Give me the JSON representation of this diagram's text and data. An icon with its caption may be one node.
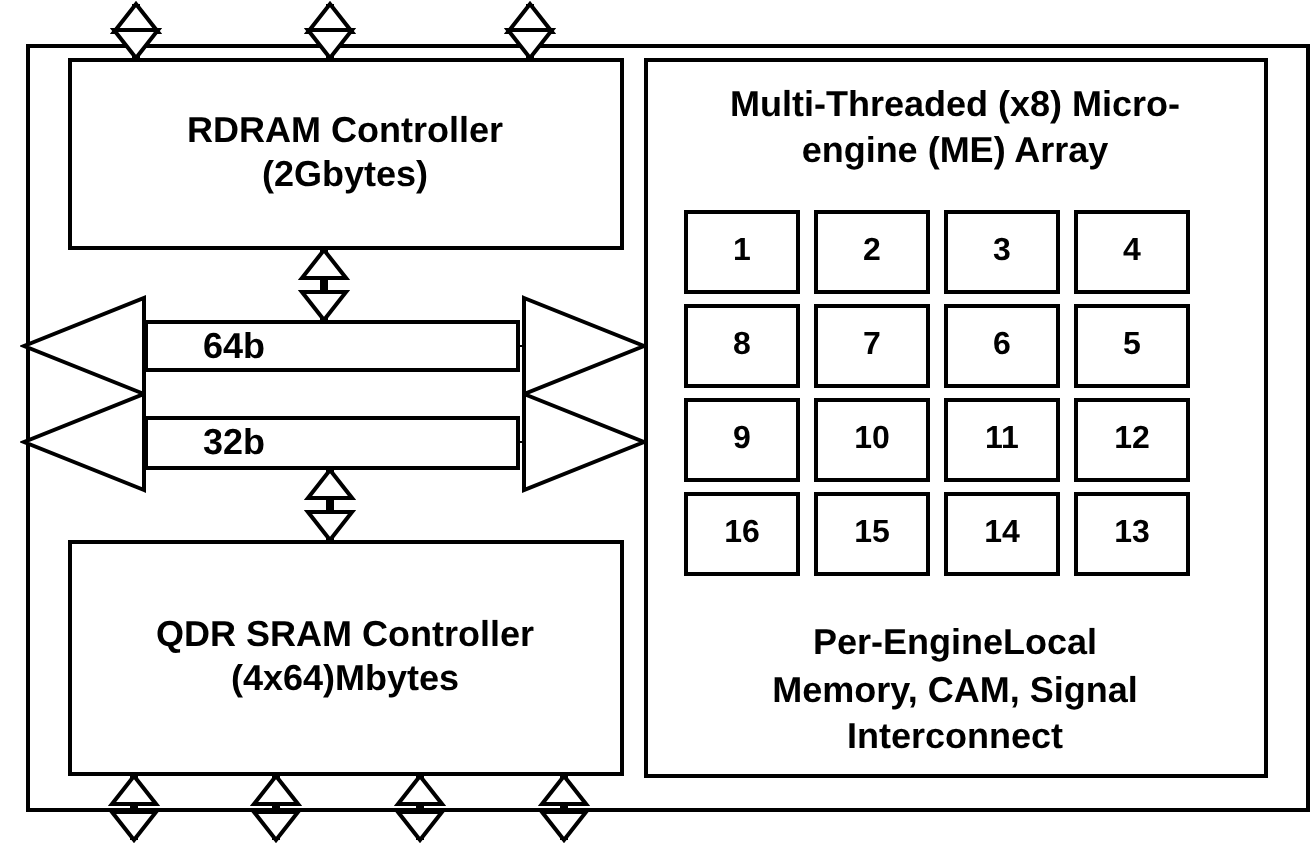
{
  "diagram": {
    "nodes": [
      {
        "text": [],
        "shape": "box"
      },
      {
        "text": [
          "RDRAM Controller (2Gbytes)"
        ],
        "in": 0
      },
      {
        "text": [
          "64b"
        ],
        "in": 0
      },
      {
        "text": [
          "32b"
        ],
        "in": 0
      },
      {
        "text": [
          "QDR SRAM Controller (4x64)Mbytes"
        ],
        "in": 0
      },
      {
        "text": [
          "Multi-Threaded (x8) Micro-engine (ME) Array",
          "Per-EngineLocal Memory, CAM, Signal Interconnect"
        ],
        "in": 0
      },
      {
        "text": [
          "1"
        ],
        "in": 5
      },
      {
        "text": [
          "2"
        ],
        "in": 5
      },
      {
        "text": [
          "3"
        ],
        "in": 5
      },
      {
        "text": [
          "4"
        ],
        "in": 5
      },
      {
        "text": [
          "8"
        ],
        "in": 5
      },
      {
        "text": [
          "7"
        ],
        "in": 5
      },
      {
        "text": [
          "6"
        ],
        "in": 5
      },
      {
        "text": [
          "5"
        ],
        "in": 5
      },
      {
        "text": [
          "9"
        ],
        "in": 5
      },
      {
        "text": [
          "10"
        ],
        "in": 5
      },
      {
        "text": [
          "11"
        ],
        "in": 5
      },
      {
        "text": [
          "12"
        ],
        "in": 5
      },
      {
        "text": [
          "16"
        ],
        "in": 5
      },
      {
        "text": [
          "15"
        ],
        "in": 5
      },
      {
        "text": [
          "14"
        ],
        "in": 5
      },
      {
        "text": [
          "13"
        ],
        "in": 5
      }
    ],
    "edges": [
      {
        "from": null,
        "to": 1,
        "arrow": "both"
      },
      {
        "from": null,
        "to": 1,
        "arrow": "both"
      },
      {
        "from": null,
        "to": 1,
        "arrow": "both"
      },
      {
        "from": 1,
        "to": 2,
        "arrow": "both"
      },
      {
        "from": 2,
        "to": 5,
        "arrow": "to"
      },
      {
        "from": 2,
        "to": null,
        "arrow": "to"
      },
      {
        "from": 3,
        "to": 5,
        "arrow": "to"
      },
      {
        "from": 3,
        "to": null,
        "arrow": "to"
      },
      {
        "from": 3,
        "to": 4,
        "arrow": "both"
      },
      {
        "from": 4,
        "to": null,
        "arrow": "both"
      },
      {
        "from": 4,
        "to": null,
        "arrow": "both"
      },
      {
        "from": 4,
        "to": null,
        "arrow": "both"
      },
      {
        "from": 4,
        "to": null,
        "arrow": "both"
      }
    ]
  }
}
